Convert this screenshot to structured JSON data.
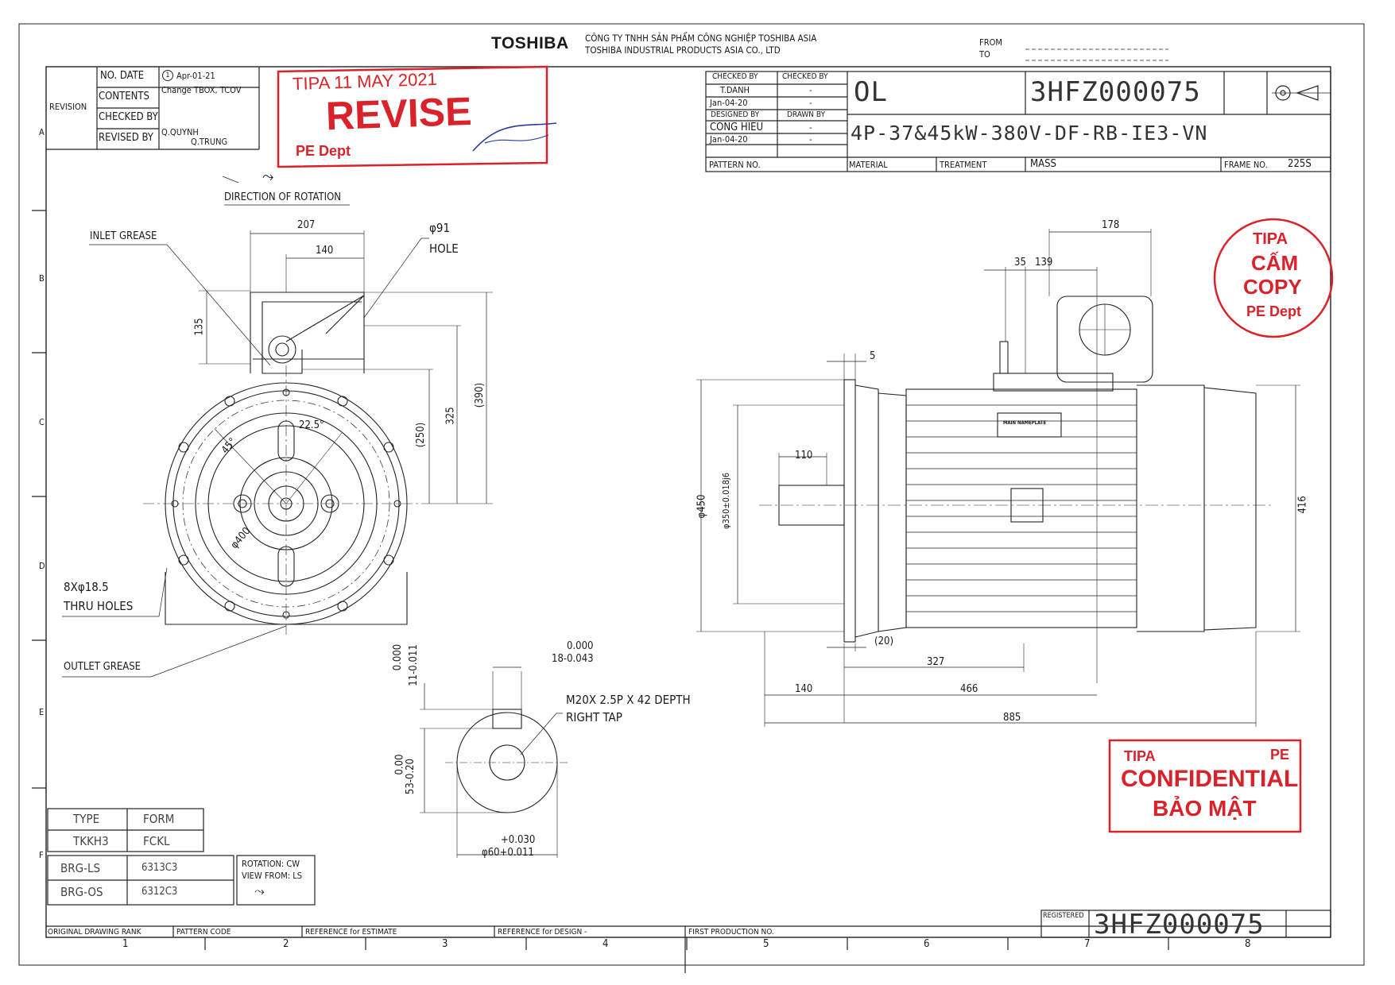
{
  "header": {
    "brand": "TOSHIBA",
    "company_vn": "CÔNG TY TNHH SẢN PHẨM CÔNG NGHIỆP TOSHIBA ASIA",
    "company_en": "TOSHIBA INDUSTRIAL PRODUCTS ASIA CO., LTD",
    "from_label": "FROM",
    "to_label": "TO"
  },
  "revision": {
    "label": "REVISION",
    "no_date_label": "NO. DATE",
    "no": "1",
    "date": "Apr-01-21",
    "contents_label": "CONTENTS",
    "contents": "Change TBOX, TCOV",
    "checked_by_label": "CHECKED BY",
    "revised_by_label": "REVISED BY",
    "checked_by": "Q.QUYNH",
    "revised_by": "Q.TRUNG",
    "row_letter": "A"
  },
  "revise_stamp": {
    "line1": "TIPA 11 MAY 2021",
    "word": "REVISE",
    "dept": "PE Dept"
  },
  "title_block": {
    "checked_by_label_1": "CHECKED BY",
    "checked_by_label_2": "CHECKED BY",
    "checked_by_1": "T.DANH",
    "checked_by_2": "-",
    "date_1": "Jan-04-20",
    "date_1b": "-",
    "designed_by_label": "DESIGNED BY",
    "drawn_by_label": "DRAWN BY",
    "designed_by": "CONG HIEU",
    "drawn_by": "-",
    "date_2": "Jan-04-20",
    "date_2b": "-",
    "code": "OL",
    "drawing_no": "3HFZ000075",
    "description": "4P-37&45kW-380V-DF-RB-IE3-VN",
    "pattern_no_label": "PATTERN NO.",
    "material_label": "MATERIAL",
    "treatment_label": "TREATMENT",
    "mass_label": "MASS",
    "frame_no_label": "FRAME NO.",
    "frame_no": "225S"
  },
  "left_view": {
    "direction_label": "DIRECTION OF ROTATION",
    "inlet_grease": "INLET GREASE",
    "outlet_grease": "OUTLET GREASE",
    "holes_line1": "8Xφ18.5",
    "holes_line2": "THRU HOLES",
    "hole_dia": "φ91",
    "hole_label": "HOLE",
    "dim_207": "207",
    "dim_140": "140",
    "dim_135": "135",
    "dim_250": "(250)",
    "dim_325": "325",
    "dim_390": "(390)",
    "ang_22": "22.5°",
    "ang_45": "45°",
    "dim_400": "φ400"
  },
  "shaft_view": {
    "tol_top": "0.000",
    "dim_18": "18-0.043",
    "tol_left_1": "0.000",
    "tol_left_2": "11-0.011",
    "tap_1": "M20X 2.5P X 42 DEPTH",
    "tap_2": "RIGHT TAP",
    "tol_53_1": "0.00",
    "tol_53_2": "53-0.20",
    "tol_60_1": "+0.030",
    "tol_60_2": "φ60+0.011"
  },
  "side_view": {
    "dim_178": "178",
    "dim_35": "35",
    "dim_139": "139",
    "dim_5": "5",
    "dim_110": "110",
    "dim_450": "φ450",
    "dim_350": "φ350±0.018j6",
    "dim_416": "416",
    "dim_20": "(20)",
    "dim_327": "327",
    "dim_140": "140",
    "dim_466": "466",
    "dim_885": "885",
    "nameplate": "MAIN NAMEPLATE"
  },
  "stamps": {
    "cam_1": "TIPA",
    "cam_2": "CẤM",
    "cam_3": "COPY",
    "cam_4": "PE Dept",
    "conf_tipa": "TIPA",
    "conf_pe": "PE",
    "conf_1": "CONFIDENTIAL",
    "conf_2": "BẢO MẬT"
  },
  "spec_table": {
    "type_label": "TYPE",
    "form_label": "FORM",
    "type": "TKKH3",
    "form": "FCKL",
    "brg_ls_label": "BRG-LS",
    "brg_ls": "6313C3",
    "brg_os_label": "BRG-OS",
    "brg_os": "6312C3",
    "rotation_1": "ROTATION: CW",
    "rotation_2": "VIEW FROM: LS"
  },
  "footer": {
    "original_rank": "ORIGINAL DRAWING RANK",
    "pattern_code": "PATTERN CODE",
    "ref_estimate": "REFERENCE for ESTIMATE",
    "ref_design": "REFERENCE for DESIGN  -",
    "first_production": "FIRST PRODUCTION NO.",
    "registered": "REGISTERED",
    "drawing_no": "3HFZ000075"
  },
  "grid": {
    "cols": [
      "1",
      "2",
      "3",
      "4",
      "5",
      "6",
      "7",
      "8"
    ],
    "rows": [
      "A",
      "B",
      "C",
      "D",
      "E",
      "F"
    ]
  }
}
